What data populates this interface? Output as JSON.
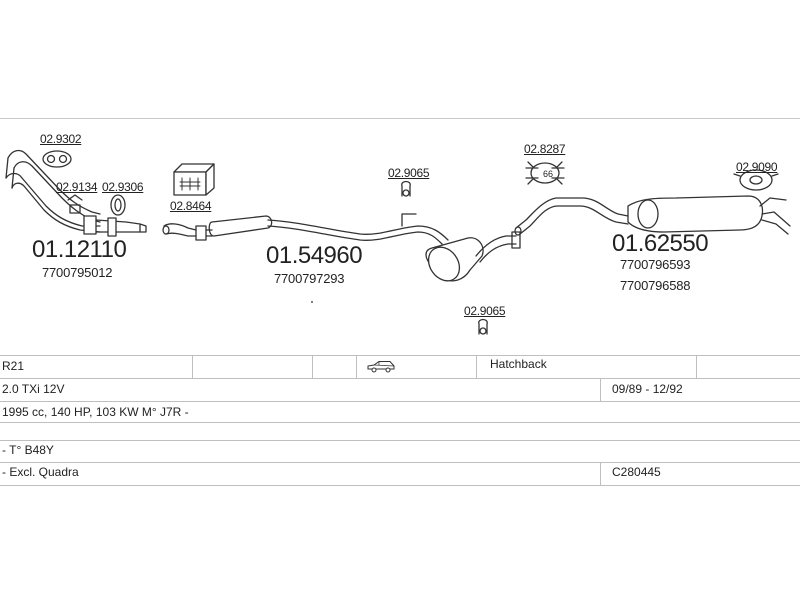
{
  "parts": {
    "clamp_a": "02.9302",
    "gasket_a": "02.9134",
    "ring_a": "02.9306",
    "kit_box": "02.8464",
    "downpipe_number": "01.12110",
    "downpipe_oem": "7700795012",
    "mid_number": "01.54960",
    "mid_oem": "7700797293",
    "hanger_top": "02.9065",
    "hanger_bottom": "02.9065",
    "mount_66": "02.8287",
    "mount_66_badge": "66",
    "rear_mount": "02.9090",
    "rear_number": "01.62550",
    "rear_oem_1": "7700796593",
    "rear_oem_2": "7700796588"
  },
  "vehicle": {
    "model": "R21",
    "body": "Hatchback",
    "engine": "2.0 TXi 12V",
    "years": "09/89 - 12/92",
    "specs": "1995 cc, 140 HP, 103 KW M° J7R -",
    "note1": "- T° B48Y",
    "note2": "- Excl. Quadra",
    "code": "C280445"
  }
}
